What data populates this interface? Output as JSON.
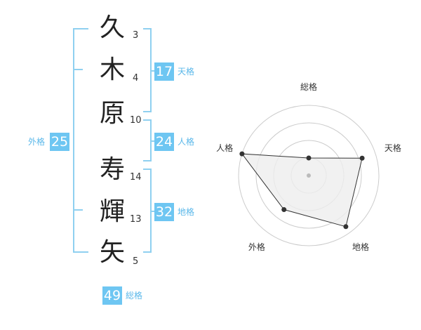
{
  "characters": [
    {
      "char": "久",
      "strokes": "3"
    },
    {
      "char": "木",
      "strokes": "4"
    },
    {
      "char": "原",
      "strokes": "10"
    },
    {
      "char": "寿",
      "strokes": "14"
    },
    {
      "char": "輝",
      "strokes": "13"
    },
    {
      "char": "矢",
      "strokes": "5"
    }
  ],
  "fortunes": {
    "tenkaku": {
      "value": "17",
      "label": "天格"
    },
    "jinkaku": {
      "value": "24",
      "label": "人格"
    },
    "chikaku": {
      "value": "32",
      "label": "地格"
    },
    "gaikaku": {
      "value": "25",
      "label": "外格"
    },
    "soukaku": {
      "value": "49",
      "label": "総格"
    }
  },
  "radar": {
    "axes": [
      "総格",
      "天格",
      "地格",
      "外格",
      "人格"
    ],
    "levels": 4,
    "values": [
      0.25,
      0.8,
      0.9,
      0.6,
      1.0
    ],
    "colors": {
      "grid": "#cccccc",
      "fill": "#eeeeee",
      "line": "#333333",
      "point": "#333333",
      "center": "#bbbbbb"
    }
  },
  "colors": {
    "accent": "#6ec6f2",
    "bracket": "#8fd0f0",
    "accent_text": "#5bb8ea"
  }
}
